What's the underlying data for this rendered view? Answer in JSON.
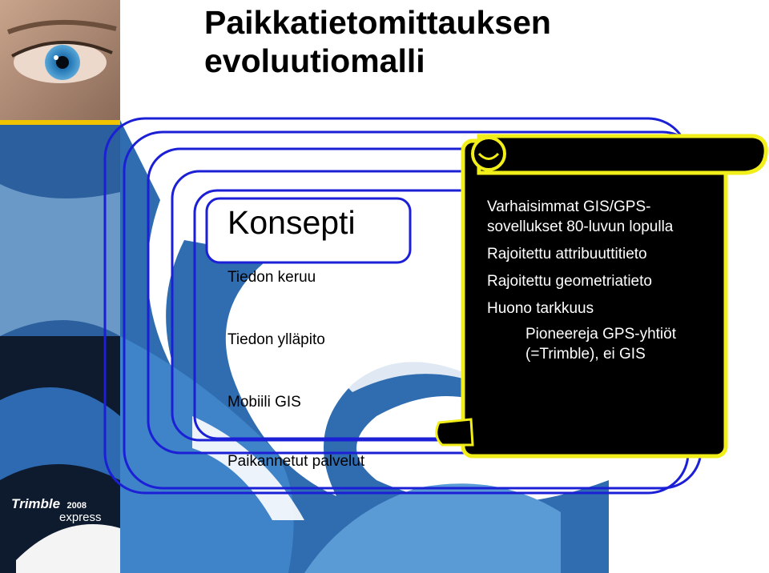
{
  "slide": {
    "title_line1": "Paikkatietomittauksen",
    "title_line2": "evoluutiomalli"
  },
  "diagram": {
    "concept": "Konsepti",
    "stages": [
      "Tiedon keruu",
      "Tiedon ylläpito",
      "Mobiili GIS",
      "Paikannetut palvelut"
    ]
  },
  "scroll": {
    "items": [
      "Varhaisimmat GIS/GPS-sovellukset 80-luvun lopulla",
      "Rajoitettu attribuuttitieto",
      "Rajoitettu geometriatieto",
      "Huono tarkkuus"
    ],
    "subitem": "Pioneereja GPS-yhtiöt (=Trimble), ei GIS"
  },
  "logo": {
    "brand": "Trimble",
    "year": "2008",
    "event": "express"
  },
  "colors": {
    "frame_blue": "#1b1fd6",
    "panel_blue": "#2c5f9e",
    "scroll_fill": "#000000",
    "scroll_border": "#f2ee1a"
  },
  "icons": [
    "eye-photo",
    "compass-swirl-graphic",
    "trimble-logo"
  ]
}
